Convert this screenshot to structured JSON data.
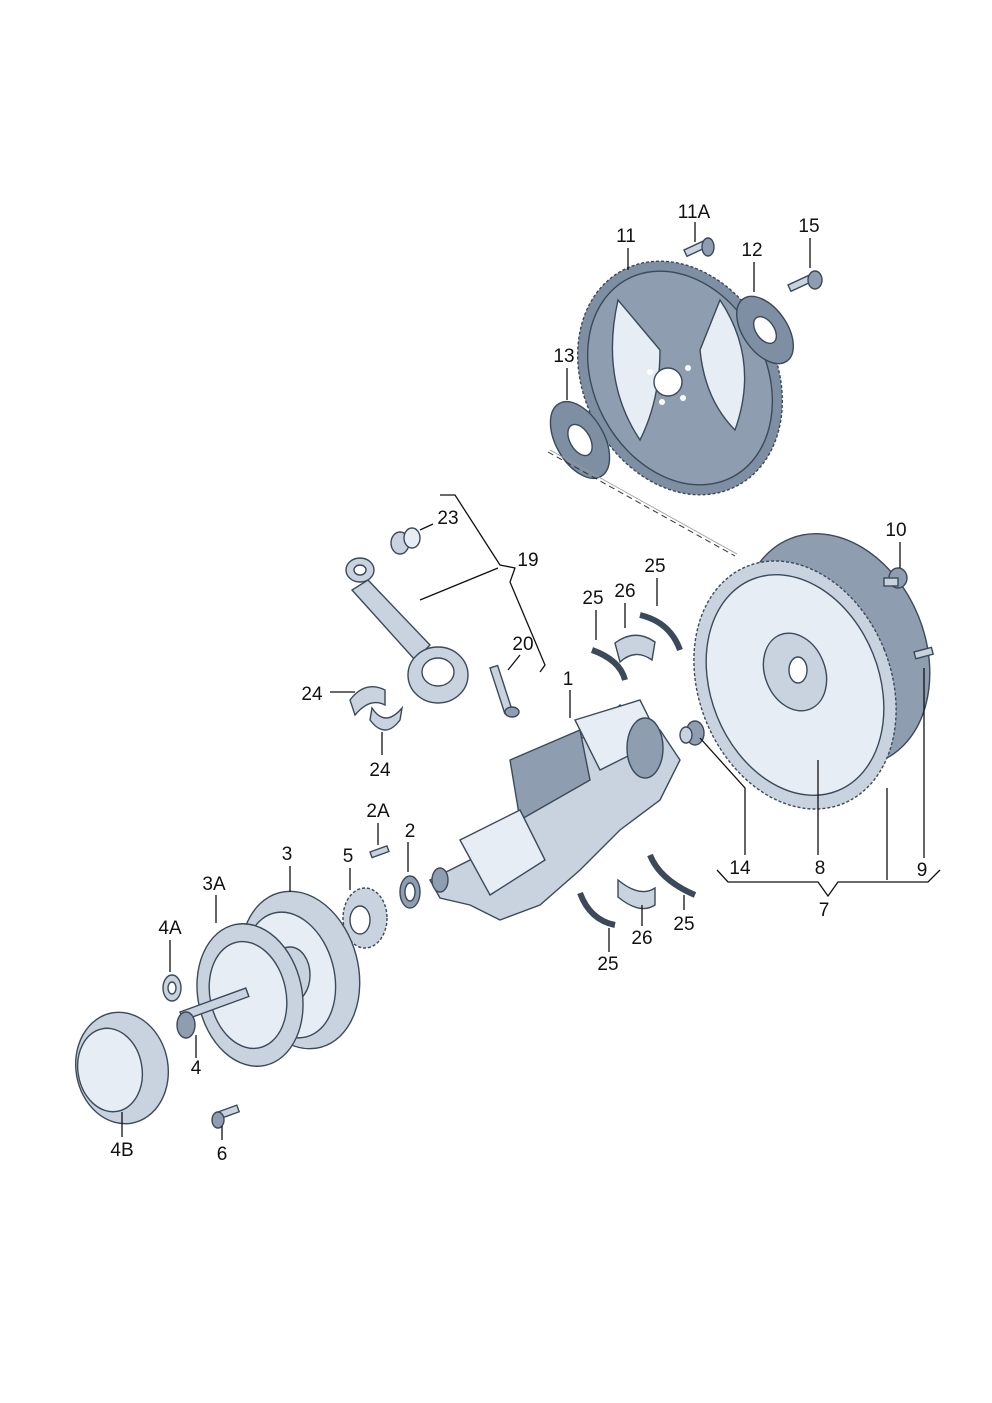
{
  "callouts": {
    "c1": "1",
    "c2": "2",
    "c2A": "2A",
    "c3": "3",
    "c3A": "3A",
    "c4": "4",
    "c4A": "4A",
    "c4B": "4B",
    "c5": "5",
    "c6": "6",
    "c7": "7",
    "c8": "8",
    "c9": "9",
    "c10": "10",
    "c11": "11",
    "c11A": "11A",
    "c12": "12",
    "c13": "13",
    "c14": "14",
    "c15": "15",
    "c19": "19",
    "c20": "20",
    "c23": "23",
    "c24a": "24",
    "c24b": "24",
    "c25a": "25",
    "c25b": "25",
    "c25c": "25",
    "c25d": "25",
    "c26a": "26",
    "c26b": "26"
  },
  "colors": {
    "metal": "#c8d3df",
    "metal_dark": "#8e9eb0",
    "plate": "#7f8fa3",
    "outline": "#3a4a5a"
  }
}
